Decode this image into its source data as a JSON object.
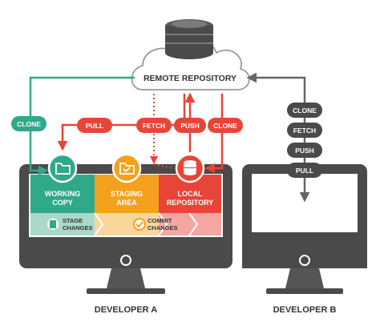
{
  "remote": {
    "title": "REMOTE REPOSITORY"
  },
  "developer_a": {
    "label": "DEVELOPER A",
    "columns": [
      {
        "title_line1": "WORKING",
        "title_line2": "COPY",
        "icon": "folder-icon",
        "color": "#2fa98a"
      },
      {
        "title_line1": "STAGING",
        "title_line2": "AREA",
        "icon": "checked-folder-icon",
        "color": "#f4a11e"
      },
      {
        "title_line1": "LOCAL",
        "title_line2": "REPOSITORY",
        "icon": "database-icon",
        "color": "#e94438"
      }
    ],
    "steps": [
      {
        "line1": "STAGE",
        "line2": "CHANGES",
        "icon": "document-icon"
      },
      {
        "line1": "COMMIT",
        "line2": "CHANGES",
        "icon": "check-circle-icon"
      }
    ]
  },
  "developer_b": {
    "label": "DEVELOPER B"
  },
  "operations_a": {
    "clone_left": "CLONE",
    "pull": "PULL",
    "fetch": "FETCH",
    "push": "PUSH",
    "clone_right": "CLONE"
  },
  "operations_b": [
    "CLONE",
    "FETCH",
    "PUSH",
    "PULL"
  ],
  "colors": {
    "teal": "#2fa98a",
    "orange": "#f4a11e",
    "red": "#e94438",
    "monitor": "#4a4a4a",
    "gray_arrow": "#666666"
  }
}
